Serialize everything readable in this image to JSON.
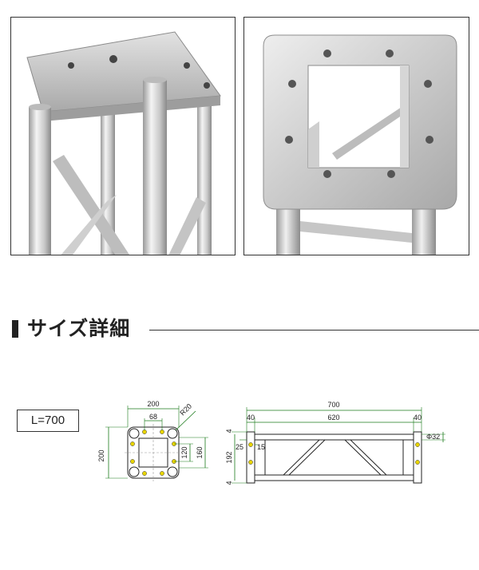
{
  "section": {
    "title": "サイズ詳細"
  },
  "length_label": "L=700",
  "end_view": {
    "width": "200",
    "height": "200",
    "hole_spacing_top": "68",
    "radius": "R20",
    "inner_spacing": "120",
    "outer_spacing": "160"
  },
  "side_view": {
    "total_length": "700",
    "left_end": "40",
    "middle": "620",
    "right_end": "40",
    "height": "192",
    "top_offset": "4",
    "bottom_offset": "4",
    "dim_25": "25",
    "dim_15": "15",
    "tube_diameter": "Φ32"
  },
  "colors": {
    "dim_line": "#1a7a1a",
    "hole": "#e8d400",
    "outline": "#222222"
  }
}
